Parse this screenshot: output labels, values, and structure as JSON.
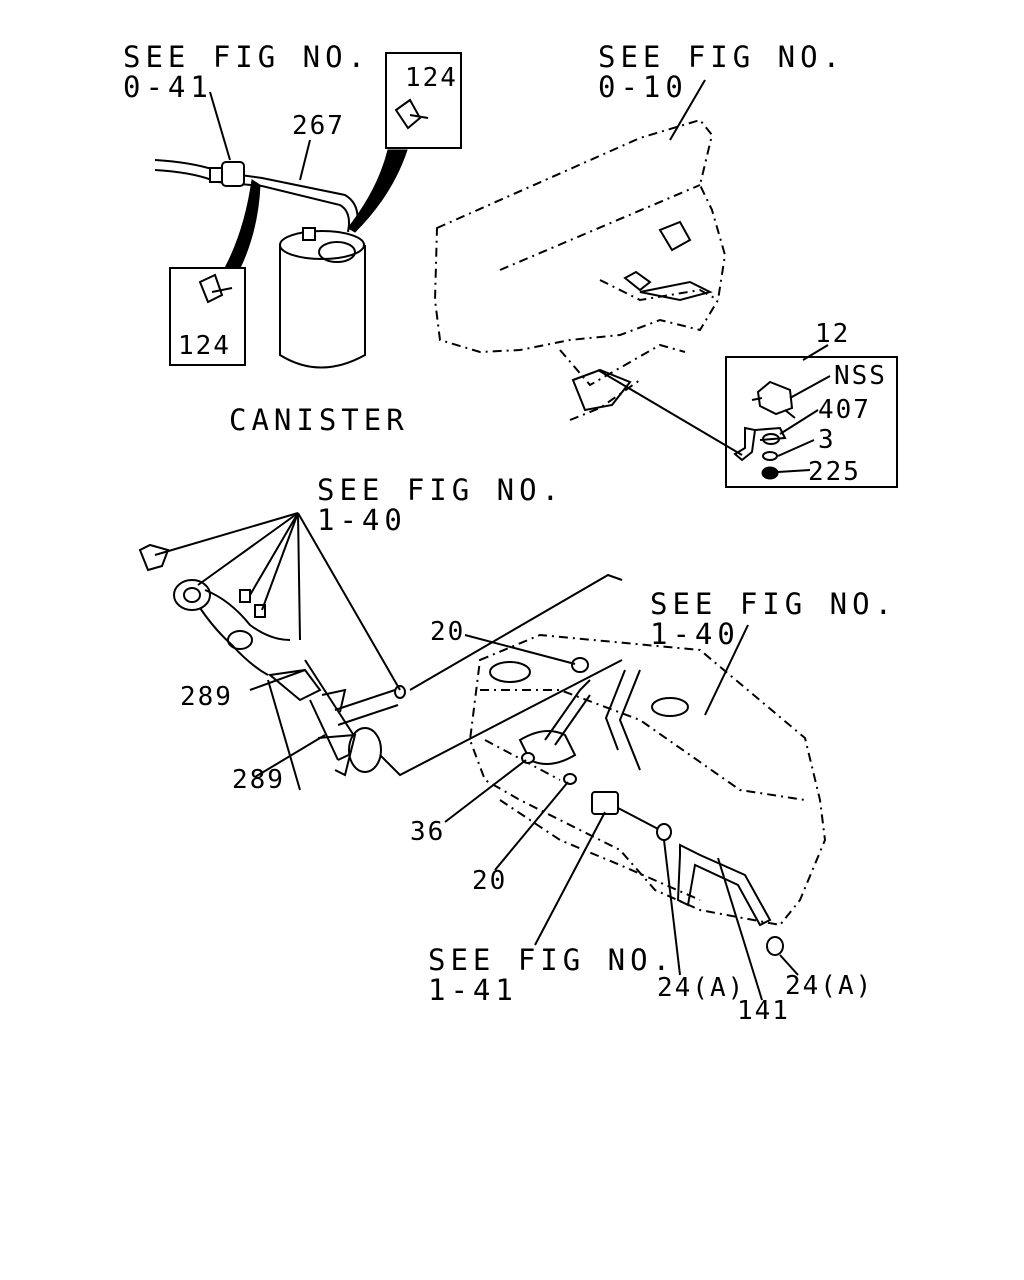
{
  "labels": {
    "see_fig_0_41": "SEE FIG NO.\n0-41",
    "see_fig_0_10": "SEE FIG NO.\n0-10",
    "see_fig_1_40_top": "SEE FIG NO.\n1-40",
    "see_fig_1_40_tank": "SEE FIG NO.\n1-40",
    "see_fig_1_41": "SEE FIG NO.\n1-41",
    "canister": "CANISTER",
    "part_267": "267",
    "part_124_a": "124",
    "part_124_b": "124",
    "part_12": "12",
    "part_nss": "NSS",
    "part_407": "407",
    "part_3": "3",
    "part_225": "225",
    "part_20_a": "20",
    "part_20_b": "20",
    "part_289_a": "289",
    "part_289_b": "289",
    "part_36": "36",
    "part_24a_a": "24(A)",
    "part_24a_b": "24(A)",
    "part_141": "141"
  }
}
